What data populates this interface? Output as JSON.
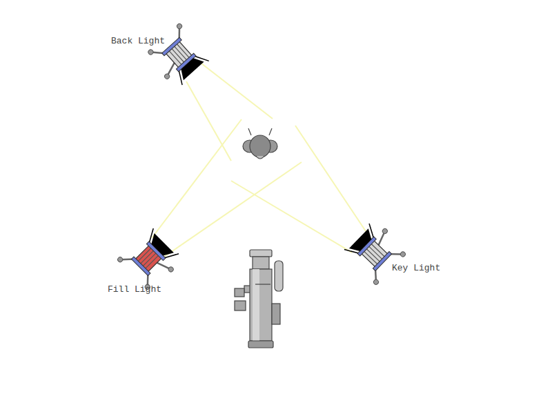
{
  "diagram": {
    "labels": [
      "Back Light",
      "Fill Light",
      "Key Light"
    ]
  }
}
